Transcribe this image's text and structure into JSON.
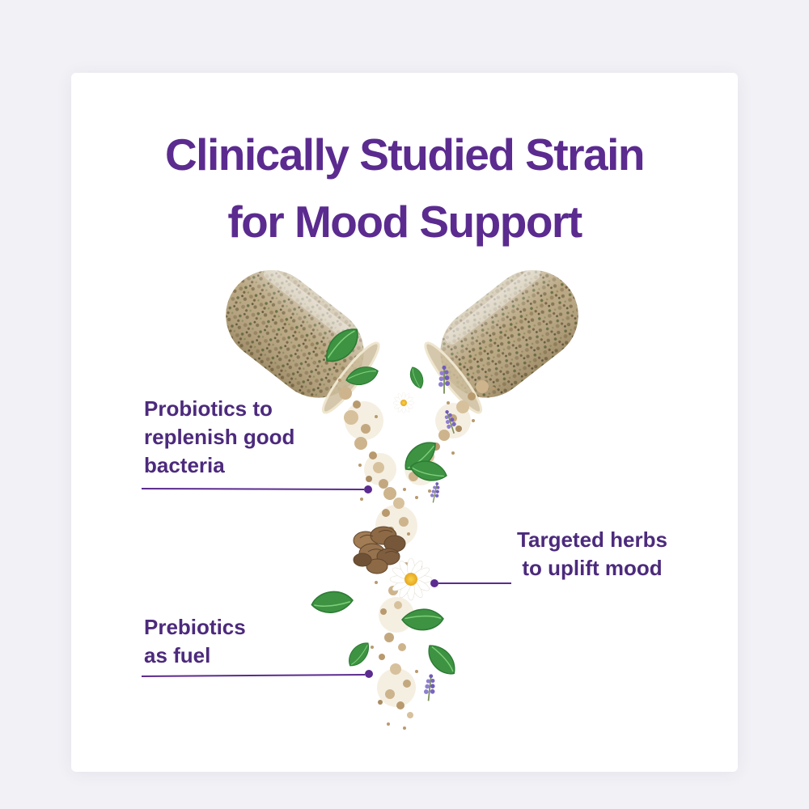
{
  "title": {
    "line1": "Clinically Studied Strain",
    "line2": "for Mood Support"
  },
  "callouts": [
    {
      "id": "probiotics",
      "text": "Probiotics to\nreplenish good\nbacteria"
    },
    {
      "id": "targeted-herbs",
      "text": "Targeted herbs\nto uplift mood"
    },
    {
      "id": "prebiotics",
      "text": "Prebiotics\nas fuel"
    }
  ],
  "colors": {
    "title_purple": "#5b2b8f",
    "label_purple": "#4c2a7c",
    "leader_line_purple": "#5b2b8f",
    "card_background": "#ffffff",
    "page_background": "#f1f1f6",
    "capsule_fill_tan": "#b5a17a",
    "powder_tan": "#cdb48c",
    "leaf_green": "#3d9342",
    "lavender_purple": "#7a66c2",
    "chamomile_yellow": "#e6a71f"
  },
  "scene_icons": {
    "capsule_left": "open-capsule-half-icon",
    "capsule_right": "open-capsule-half-icon",
    "stream": "falling-herb-powder",
    "flower": "chamomile-flower-icon",
    "root": "herb-root-icon",
    "leaves": "mint-leaf-icon",
    "sprigs": "lavender-sprig-icon"
  }
}
